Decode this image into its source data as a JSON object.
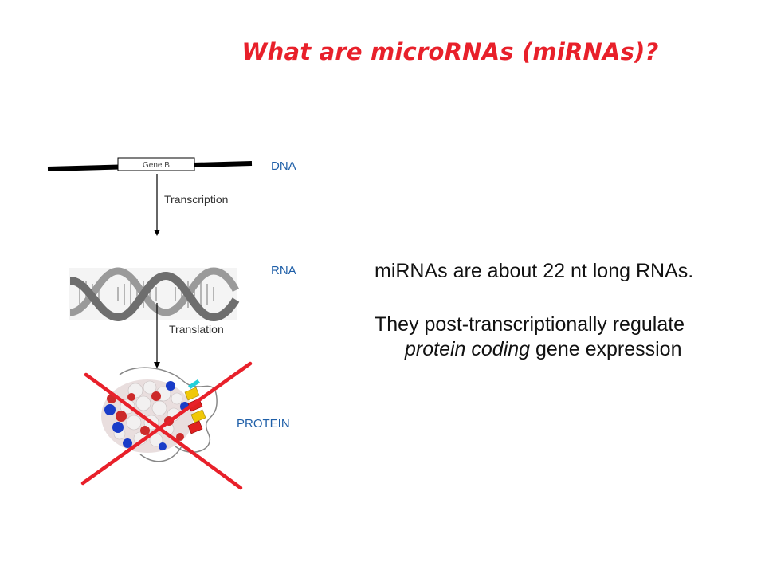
{
  "slide": {
    "title": "What are microRNAs (miRNAs)?",
    "diagram": {
      "gene_box_label": "Gene B",
      "dna_label": "DNA",
      "transcription_label": "Transcription",
      "rna_label": "RNA",
      "translation_label": "Translation",
      "protein_label": "PROTEIN",
      "colors": {
        "label_blue": "#1f5fa8",
        "cross_red": "#e8202a",
        "title_red": "#e8202a",
        "helix_gray": "#7d7d7d"
      },
      "icons": [
        "dna-strand-icon",
        "rna-helix-icon",
        "protein-structure-icon",
        "red-cross-icon"
      ]
    },
    "bullets": [
      {
        "text": "miRNAs are about 22 nt long RNAs."
      },
      {
        "part1": "They post-transcriptionally regulate ",
        "emphasis": "protein coding",
        "part2": " gene expression"
      }
    ]
  }
}
